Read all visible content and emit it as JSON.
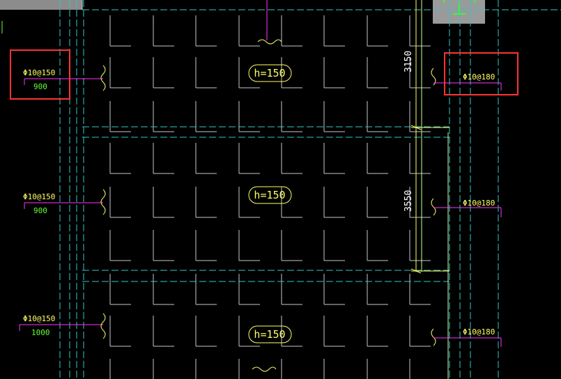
{
  "drawing": {
    "colors": {
      "background": "#000000",
      "grid": "#c8c8c8",
      "cyan": "#33c8c8",
      "yellow": "#ffff66",
      "magenta": "#ff33ff",
      "green": "#66ff33",
      "highlight": "#ff3333",
      "lightgreen": "#ccff99"
    },
    "slab_labels": [
      {
        "text": "h=150"
      },
      {
        "text": "h=150"
      },
      {
        "text": "h=150"
      }
    ],
    "left_rebars": [
      {
        "spec": "Φ10@150",
        "length": "900",
        "highlighted": true
      },
      {
        "spec": "Φ10@150",
        "length": "900",
        "highlighted": false
      },
      {
        "spec": "Φ10@150",
        "length": "1000",
        "highlighted": false
      }
    ],
    "right_rebars": [
      {
        "spec": "Φ10@180",
        "highlighted": true
      },
      {
        "spec": "Φ10@180",
        "highlighted": false
      },
      {
        "spec": "Φ10@180",
        "highlighted": false
      }
    ],
    "dimensions": [
      {
        "text": "3150"
      },
      {
        "text": "3550"
      }
    ]
  }
}
